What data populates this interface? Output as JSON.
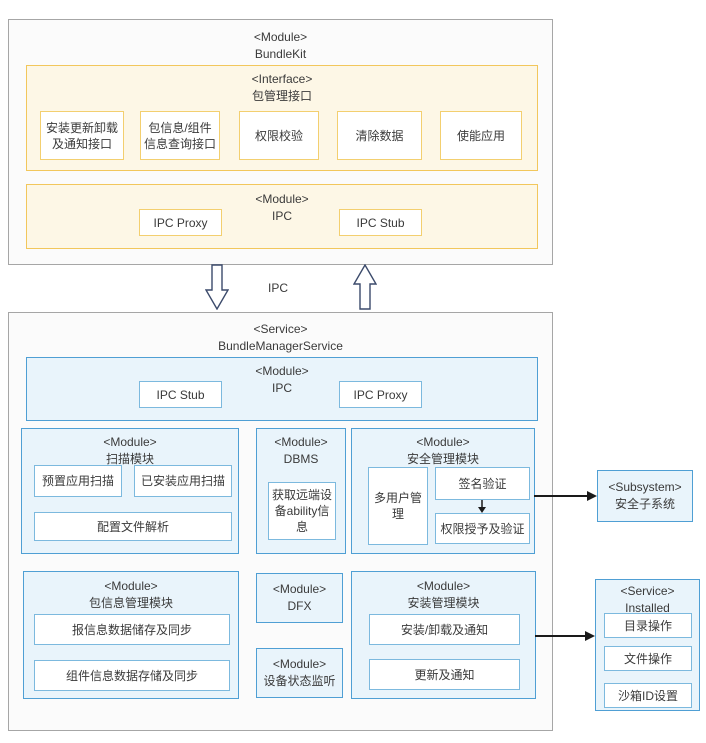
{
  "diagram": {
    "bundlekit": {
      "stereotype": "<Module>",
      "title": "BundleKit"
    },
    "interface": {
      "stereotype": "<Interface>",
      "title": "包管理接口",
      "items": [
        "安装更新卸载及通知接口",
        "包信息/组件信息查询接口",
        "权限校验",
        "清除数据",
        "使能应用"
      ]
    },
    "ipc_top": {
      "stereotype": "<Module>",
      "title": "IPC",
      "left_box": "IPC Proxy",
      "right_box": "IPC Stub"
    },
    "connector": {
      "label": "IPC"
    },
    "service": {
      "stereotype": "<Service>",
      "title": "BundleManagerService"
    },
    "ipc_service": {
      "stereotype": "<Module>",
      "title": "IPC",
      "left_box": "IPC Stub",
      "right_box": "IPC Proxy"
    },
    "scan": {
      "stereotype": "<Module>",
      "title": "扫描模块",
      "items": [
        "预置应用扫描",
        "已安装应用扫描",
        "配置文件解析"
      ]
    },
    "dbms": {
      "stereotype": "<Module>",
      "title": "DBMS",
      "items": [
        "获取远端设备ability信息"
      ]
    },
    "security": {
      "stereotype": "<Module>",
      "title": "安全管理模块",
      "left_item": "多用户管理",
      "top_item": "签名验证",
      "bottom_item": "权限授予及验证"
    },
    "bundle_info": {
      "stereotype": "<Module>",
      "title": "包信息管理模块",
      "items": [
        "报信息数据储存及同步",
        "组件信息数据存储及同步"
      ]
    },
    "dfx": {
      "stereotype": "<Module>",
      "title": "DFX"
    },
    "install": {
      "stereotype": "<Module>",
      "title": "安装管理模块",
      "items": [
        "安装/卸载及通知",
        "更新及通知"
      ]
    },
    "device_status": {
      "stereotype": "<Module>",
      "title": "设备状态监听"
    },
    "subsystem": {
      "stereotype": "<Subsystem>",
      "title": "安全子系统"
    },
    "installed": {
      "stereotype": "<Service>",
      "title": "Installed",
      "items": [
        "目录操作",
        "文件操作",
        "沙箱ID设置"
      ]
    }
  },
  "colors": {
    "yellow_border": "#F2C75C",
    "yellow_fill": "#FDF7E6",
    "blue_border": "#4F9FD4",
    "blue_fill": "#E9F4FB",
    "gray_border": "#A6A6A6",
    "panel_fill": "#FBFBFB",
    "text": "#3A3A3A",
    "arrow": "#1A1A1A",
    "block_arrow_outline": "#3B4A6B"
  }
}
